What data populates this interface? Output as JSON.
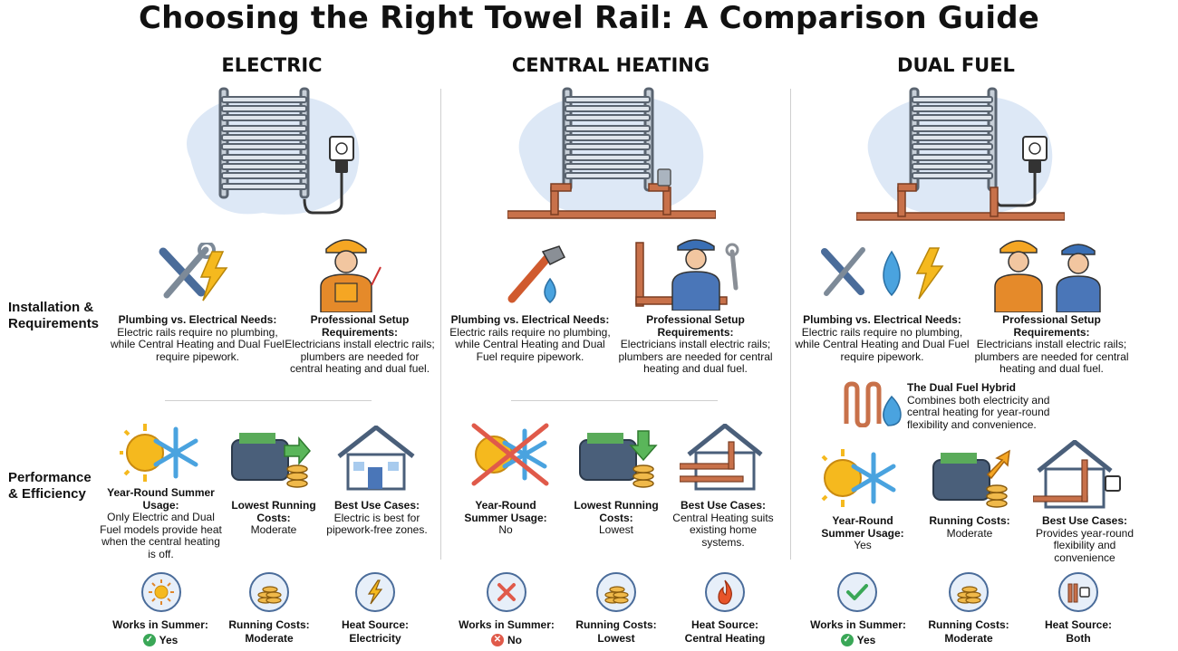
{
  "title": "Choosing the Right Towel Rail: A Comparison Guide",
  "row_labels": {
    "installation": "Installation & Requirements",
    "performance": "Performance & Efficiency"
  },
  "columns": [
    {
      "heading": "ELECTRIC",
      "install": [
        {
          "title": "Plumbing vs. Electrical Needs:",
          "text": "Electric rails require no plumbing, while Central Heating and Dual Fuel require pipework."
        },
        {
          "title": "Professional Setup Requirements:",
          "text": "Electricians install electric rails; plumbers are needed for central heating and dual fuel."
        }
      ],
      "perf": [
        {
          "title": "Year-Round Summer Usage:",
          "text": "Only Electric and Dual Fuel models provide heat when the central heating is off."
        },
        {
          "title": "Lowest Running Costs:",
          "text": "Moderate"
        },
        {
          "title": "Best Use Cases:",
          "text": "Electric is best for pipework-free zones."
        }
      ],
      "footer": [
        {
          "label": "Works in Summer:",
          "value": "Yes",
          "icon": "sun-icon",
          "status": "yes"
        },
        {
          "label": "Running Costs:",
          "value": "Moderate",
          "icon": "coins-icon"
        },
        {
          "label": "Heat Source:",
          "value": "Electricity",
          "icon": "lightning-icon"
        }
      ]
    },
    {
      "heading": "CENTRAL HEATING",
      "install": [
        {
          "title": "Plumbing vs. Electrical Needs:",
          "text": "Electric rails require no plumbing, while Central Heating and Dual Fuel require pipework."
        },
        {
          "title": "Professional Setup Requirements:",
          "text": "Electricians install electric rails; plumbers are needed for central heating and dual fuel."
        }
      ],
      "perf": [
        {
          "title": "Year-Round Summer Usage:",
          "text": "No"
        },
        {
          "title": "Lowest Running Costs:",
          "text": "Lowest"
        },
        {
          "title": "Best Use Cases:",
          "text": "Central Heating suits existing home systems."
        }
      ],
      "footer": [
        {
          "label": "Works in Summer:",
          "value": "No",
          "icon": "cross-icon",
          "status": "no"
        },
        {
          "label": "Running Costs:",
          "value": "Lowest",
          "icon": "coins-icon"
        },
        {
          "label": "Heat Source:",
          "value": "Central Heating",
          "icon": "flame-icon"
        }
      ]
    },
    {
      "heading": "DUAL FUEL",
      "install": [
        {
          "title": "Plumbing vs. Electrical Needs:",
          "text": "Electric rails require no plumbing, while Central Heating and Dual Fuel require pipework."
        },
        {
          "title": "Professional Setup Requirements:",
          "text": "Electricians install electric rails; plumbers are needed for central heating and dual fuel."
        }
      ],
      "hybrid": {
        "title": "The Dual Fuel Hybrid",
        "text": "Combines both electricity and central heating for year-round flexibility and convenience."
      },
      "perf": [
        {
          "title": "Year-Round Summer Usage:",
          "text": "Yes"
        },
        {
          "title": "Running Costs:",
          "text": "Moderate"
        },
        {
          "title": "Best Use Cases:",
          "text": "Provides year-round flexibility and convenience"
        }
      ],
      "footer": [
        {
          "label": "Works in Summer:",
          "value": "Yes",
          "icon": "check-icon",
          "status": "yes"
        },
        {
          "label": "Running Costs:",
          "value": "Moderate",
          "icon": "coins-icon"
        },
        {
          "label": "Heat Source:",
          "value": "Both",
          "icon": "radiator-plug-icon"
        }
      ]
    }
  ],
  "colors": {
    "accent": "#4a6c9a",
    "blob": "#dde8f6",
    "copper": "#c8714a",
    "yellow": "#f5b91e",
    "green": "#3aa757",
    "red": "#e05a4a"
  }
}
